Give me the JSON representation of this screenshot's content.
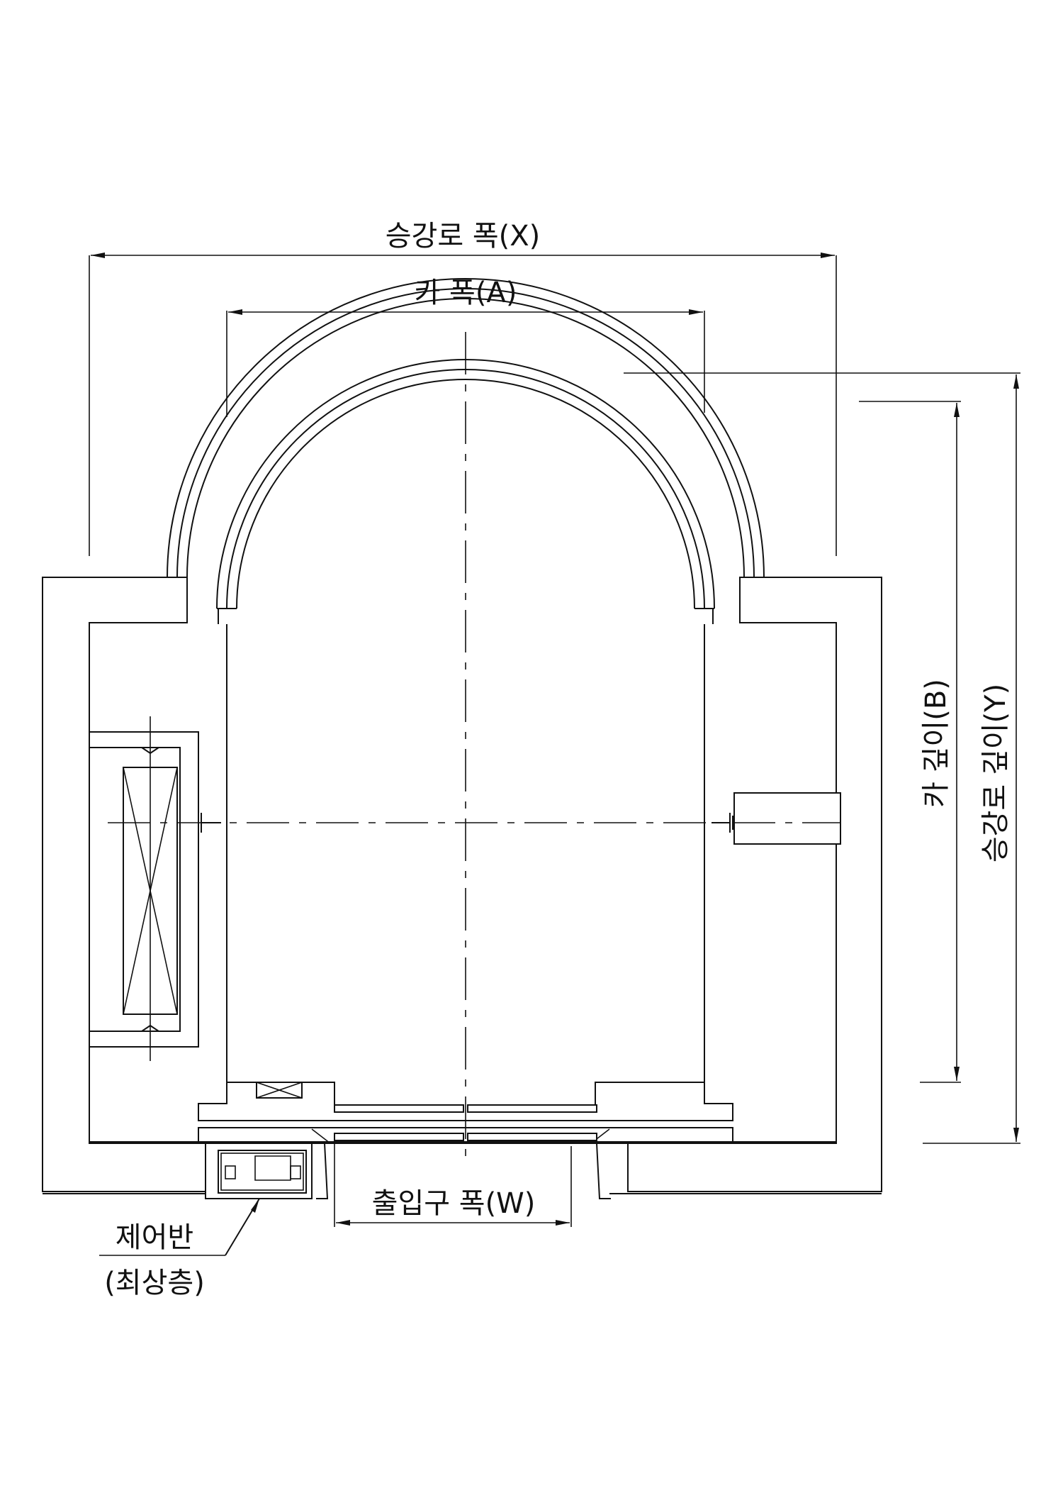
{
  "labels": {
    "hoistway_width": "승강로 폭(X)",
    "car_width": "카 폭(A)",
    "car_depth": "카 깊이(B)",
    "hoistway_depth": "승강로 깊이(Y)",
    "entrance_width": "출입구 폭(W)",
    "control_panel": "제어반",
    "control_panel_floor": "(최상층)"
  },
  "colors": {
    "line": "#111111",
    "concrete_speckle": "#1f6fd6",
    "background": "#ffffff"
  }
}
